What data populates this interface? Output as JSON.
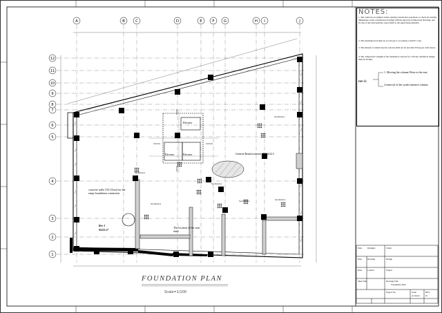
{
  "grid": {
    "columns": [
      "A",
      "B",
      "C",
      "D",
      "E",
      "F",
      "G",
      "H",
      "I",
      "J"
    ],
    "rows": [
      "1",
      "2",
      "3",
      "4",
      "5",
      "6",
      "7",
      "8",
      "9",
      "10",
      "11",
      "12"
    ]
  },
  "notes": {
    "title": "NOTES:",
    "items": [
      "1.  The contractor is obliged, before starting construction operations, to check all existing dimensions on the construction drawings with the approval architectural drawings, and in case of any discrepancies, report them to the supervising authority.",
      "2.  The foundation bed must be of soil type C according to ASCE7 code.",
      "3.  The amount of cement used in concrete shall not be less than 350 kg per cubic meter.",
      "4.  The compressive strength of the foundation concrete for a 28-day cylindrical sample shall be 30 Mpa"
    ]
  },
  "revision": {
    "label": "rev-1:",
    "items": [
      "1. Moving the column 50cm to the east",
      "2.removal of the south entrance column"
    ]
  },
  "plan": {
    "title": "FOUNDATION PLAN",
    "scale": "Scale=1/100",
    "elevator_label": "Elevator",
    "reinforcement_note": "General Reinforcement Ø25@22.5",
    "concrete_walls_note": "concrete walls T10-25cm) for the ramp-foundation connection",
    "rev_tag_line1": "Rev-1",
    "rev_tag_line2": "04.03.17",
    "stair_note": "The location of the stair shaft",
    "see_detail": "See Detail-4"
  },
  "title_block": {
    "date": "Date",
    "designer": "Designer",
    "client": "Client",
    "drawing": "Drawing",
    "design": "Design",
    "control": "Control",
    "project": "Project",
    "sheet_title": "Sheet Title",
    "drawing_title": "Drawing Title",
    "drawing_title_value": "Foundation Plan",
    "project_no": "Project No.",
    "scale": "Scale",
    "scale_value": "as shown",
    "rev": "REV.",
    "rev_value": "01"
  }
}
